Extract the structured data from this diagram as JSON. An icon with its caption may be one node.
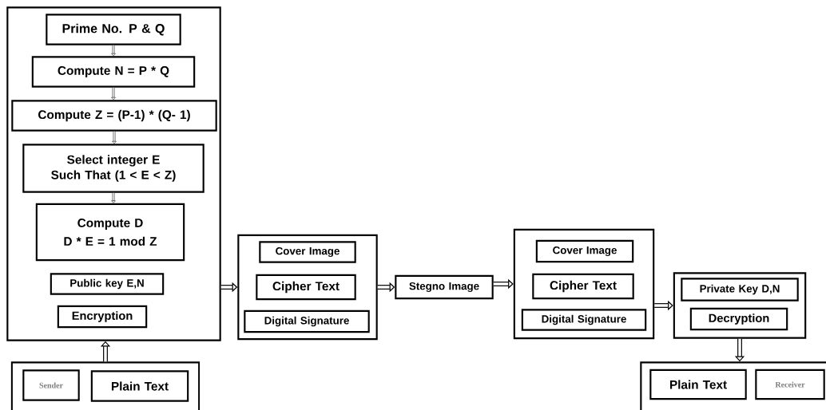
{
  "diagram": {
    "nodes": [
      {
        "text": [],
        "shape": "box"
      },
      {
        "text": [
          "Prime No. P & Q"
        ],
        "in": 0
      },
      {
        "text": [
          "Compute N = P * Q"
        ],
        "in": 0
      },
      {
        "text": [
          "Compute Z = (P-1) * (Q- 1)"
        ],
        "in": 0
      },
      {
        "text": [
          "Select integer E Such That (1 < E < Z)"
        ],
        "in": 0
      },
      {
        "text": [
          "Compute D",
          "D * E = 1 mod Z"
        ],
        "in": 0
      },
      {
        "text": [
          "Public key E,N"
        ],
        "in": 0
      },
      {
        "text": [
          "Encryption"
        ],
        "in": 0
      },
      {
        "text": [],
        "shape": "box"
      },
      {
        "text": [
          "Sender"
        ],
        "in": 8
      },
      {
        "text": [
          "Plain Text"
        ],
        "in": 8
      },
      {
        "text": [],
        "shape": "box"
      },
      {
        "text": [
          "Cover Image"
        ],
        "in": 11
      },
      {
        "text": [
          "Cipher Text"
        ],
        "in": 11
      },
      {
        "text": [
          "Digital Signature"
        ],
        "in": 11
      },
      {
        "text": [
          "Stegno Image"
        ]
      },
      {
        "text": [],
        "shape": "box"
      },
      {
        "text": [
          "Cover Image"
        ],
        "in": 16
      },
      {
        "text": [
          "Cipher Text"
        ],
        "in": 16
      },
      {
        "text": [
          "Digital Signature"
        ],
        "in": 16
      },
      {
        "text": [],
        "shape": "box"
      },
      {
        "text": [
          "Private Key D,N"
        ],
        "in": 20
      },
      {
        "text": [
          "Decryption"
        ],
        "in": 20
      },
      {
        "text": [],
        "shape": "box"
      },
      {
        "text": [
          "Plain Text"
        ],
        "in": 23
      },
      {
        "text": [
          "Receiver"
        ],
        "in": 23
      }
    ],
    "edges": [
      {
        "from": 1,
        "to": 2,
        "arrow": "to"
      },
      {
        "from": 2,
        "to": 3,
        "arrow": "to"
      },
      {
        "from": 3,
        "to": 4,
        "arrow": "to"
      },
      {
        "from": 4,
        "to": 5,
        "arrow": "to"
      },
      {
        "from": 8,
        "to": 0,
        "arrow": "to"
      },
      {
        "from": 0,
        "to": 11,
        "arrow": "to"
      },
      {
        "from": 11,
        "to": 15,
        "arrow": "to"
      },
      {
        "from": 15,
        "to": 16,
        "arrow": "to"
      },
      {
        "from": 16,
        "to": 20,
        "arrow": "to"
      },
      {
        "from": 20,
        "to": 23,
        "arrow": "to"
      }
    ]
  }
}
